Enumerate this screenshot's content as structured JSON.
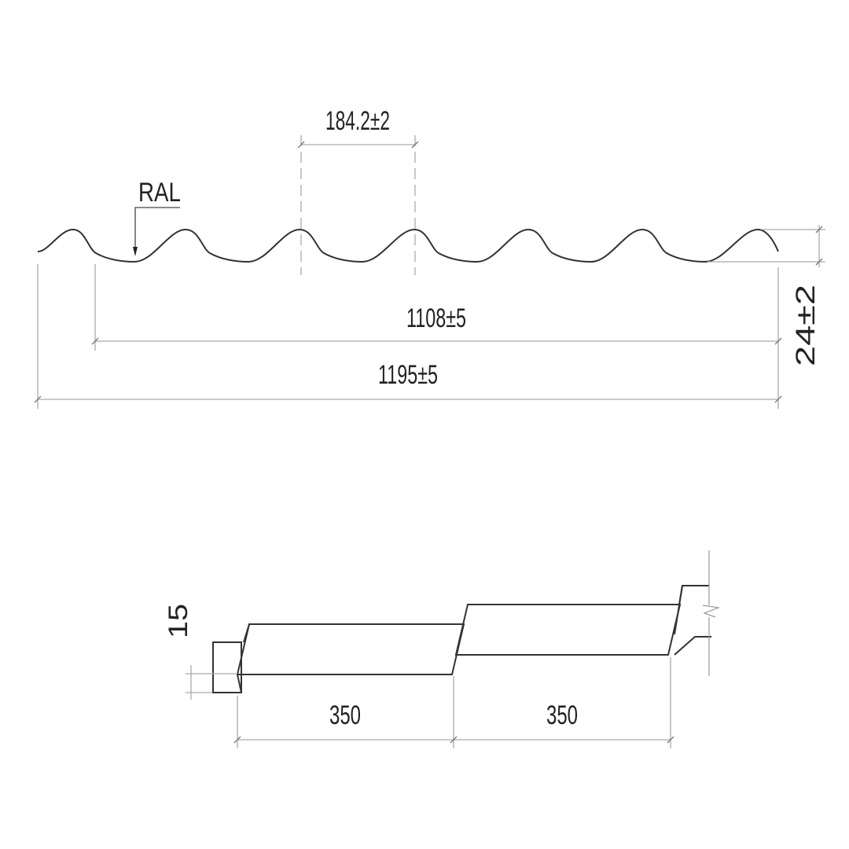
{
  "profile": {
    "coating_label": "RAL",
    "pitch_dim": "184.2±2",
    "height_dim": "24±2",
    "effective_width_dim": "1108±5",
    "total_width_dim": "1195±5"
  },
  "step_section": {
    "step_height_dim": "15",
    "step_length_dims": [
      "350",
      "350"
    ]
  },
  "colors": {
    "line": "#333333",
    "dim_line": "#aaaaaa"
  }
}
